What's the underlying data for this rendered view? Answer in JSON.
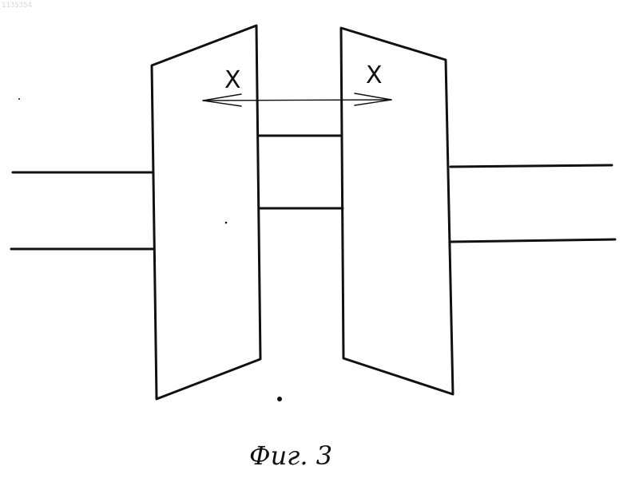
{
  "document": {
    "stamp": "1135354",
    "caption": "Фиг. 3"
  },
  "diagram": {
    "left_label": "X",
    "right_label": "X"
  },
  "colors": {
    "ink": "#111111",
    "background": "#ffffff"
  }
}
